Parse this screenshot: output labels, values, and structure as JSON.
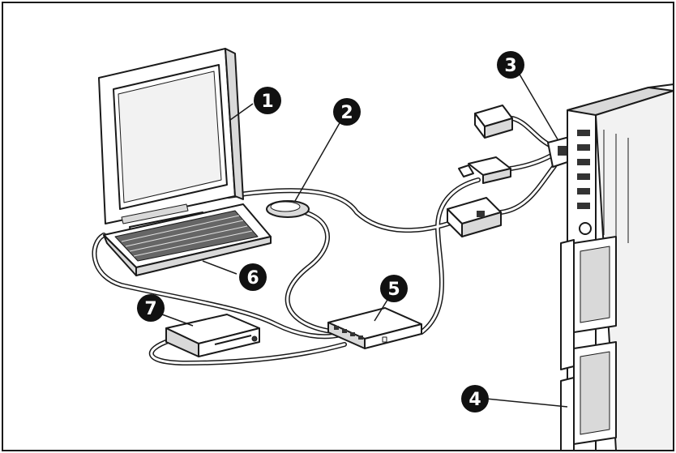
{
  "callouts": [
    {
      "id": "monitor",
      "label": "1"
    },
    {
      "id": "mouse",
      "label": "2"
    },
    {
      "id": "dongle",
      "label": "3"
    },
    {
      "id": "server-port",
      "label": "4"
    },
    {
      "id": "usb-hub",
      "label": "5"
    },
    {
      "id": "keyboard",
      "label": "6"
    },
    {
      "id": "external-drive",
      "label": "7"
    }
  ],
  "colors": {
    "line": "#1a1a1a",
    "fill_light": "#ffffff",
    "fill_shade": "#d9d9d9",
    "fill_dark": "#333333",
    "callout_bg": "#111111",
    "callout_text": "#ffffff"
  }
}
